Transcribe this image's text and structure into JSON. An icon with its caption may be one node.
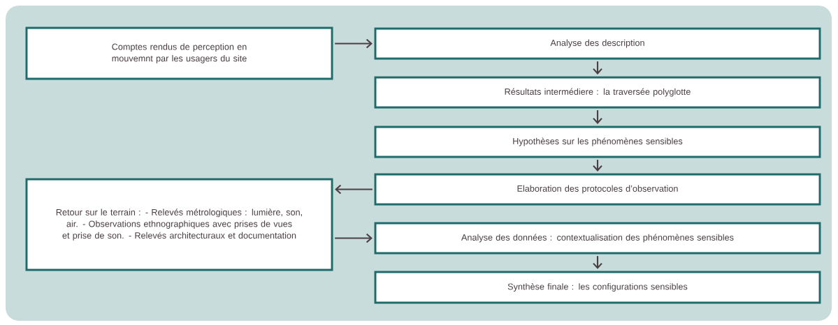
{
  "diagram": {
    "nodes": [
      {
        "text": [
          "Comptes rendus de perception en mouvemnt par les usagers du site"
        ]
      },
      {
        "text": [
          "Analyse des description"
        ]
      },
      {
        "text": [
          "Résultats intermédiere : la traversée polyglotte"
        ]
      },
      {
        "text": [
          "Hypothèses sur les phénomènes sensibles"
        ]
      },
      {
        "text": [
          "Elaboration des protocoles d’observation"
        ]
      },
      {
        "text": [
          "Retour sur le terrain : - Relevés métrologiques : lumière, son, air. - Observations ethnographiques avec prises de vues et prise de son. - Relevés architecturaux et documentation"
        ]
      },
      {
        "text": [
          "Analyse des données : contextualisation des phénomènes sensibles"
        ]
      },
      {
        "text": [
          "Synthèse finale : les configurations sensibles"
        ]
      }
    ],
    "edges": [
      {
        "from": 0,
        "to": 1,
        "arrow": "to"
      },
      {
        "from": 1,
        "to": 2,
        "arrow": "to"
      },
      {
        "from": 2,
        "to": 3,
        "arrow": "to"
      },
      {
        "from": 3,
        "to": 4,
        "arrow": "to"
      },
      {
        "from": 4,
        "to": 5,
        "arrow": "to"
      },
      {
        "from": 5,
        "to": 6,
        "arrow": "to"
      },
      {
        "from": 6,
        "to": 7,
        "arrow": "to"
      }
    ]
  }
}
